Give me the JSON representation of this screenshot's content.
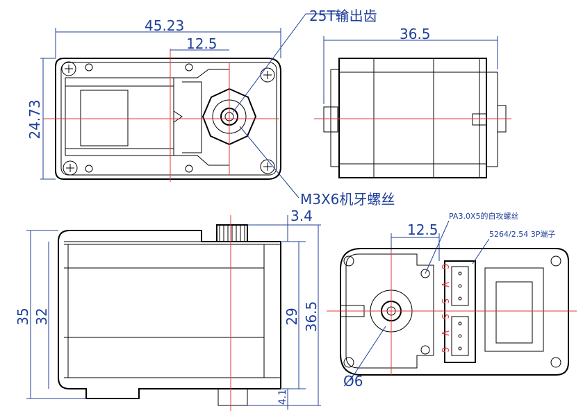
{
  "colors": {
    "outline": "#000000",
    "centerline": "#e53a3a",
    "dimension": "#1f3f9a"
  },
  "top_view": {
    "width_dim": "45.23",
    "output_offset_dim": "12.5",
    "height_dim": "24.73",
    "output_gear_note": "25T输出齿",
    "screw_note": "M3X6机牙螺丝"
  },
  "side_view": {
    "length_dim": "36.5"
  },
  "front_view": {
    "top_offset_dim": "3.4",
    "total_height_dim": "35",
    "body_height_dim": "32",
    "mid_height_dim": "29",
    "right_height_dim": "36.5",
    "bottom_offset_dim": "4.1"
  },
  "bottom_view": {
    "offset_dim": "12.5",
    "screw_note": "PA3.0X5的自攻螺丝",
    "connector_note": "5264/2.54 3P端子",
    "diameter_dim": "Ø6",
    "pin_labels": [
      "G",
      "V",
      "S",
      "S",
      "V",
      "G"
    ]
  }
}
